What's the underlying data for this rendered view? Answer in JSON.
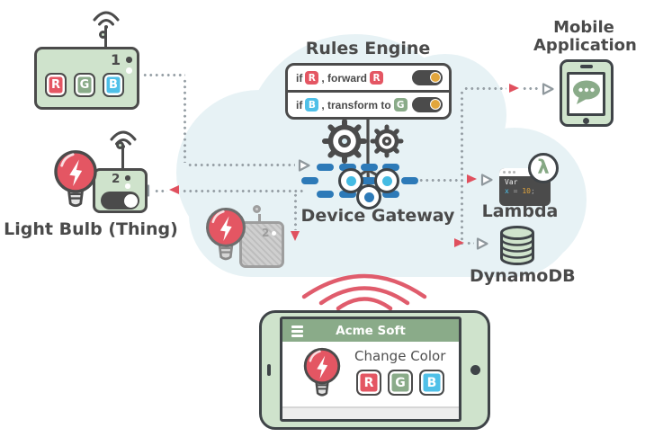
{
  "colors": {
    "accent_red": "#e45663",
    "green_light": "#cfe3cc",
    "green_mid": "#8aab89",
    "accent_blue": "#4fc0e8",
    "gateway_blue": "#2d7ab8",
    "gateway_cyan": "#45bbe3",
    "outline_dark": "#4b4b4b",
    "cloud_blue": "#e7f2f5",
    "toggle_knob_orange": "#e2a63d",
    "dotted_gray": "#97a0a6",
    "wifi_red": "#e05c6c",
    "shadow_gray": "#bdbdbd"
  },
  "device_1": {
    "number": "1",
    "button_r": "R",
    "button_g": "G",
    "button_b": "B"
  },
  "rules_engine": {
    "title": "Rules Engine",
    "rules": [
      {
        "kw": "if",
        "cond": "R",
        "text": ", forward",
        "result": "R",
        "state": "on"
      },
      {
        "kw": "if",
        "cond": "B",
        "text": ", transform to",
        "result": "G",
        "state": "on"
      }
    ]
  },
  "device_gateway": {
    "label": "Device Gateway"
  },
  "mobile_app": {
    "line1": "Mobile",
    "line2": "Application"
  },
  "lambda": {
    "label": "Lambda",
    "code_title": "Var",
    "code_x": "x",
    "code_eq": "=",
    "code_val": "10",
    "code_end": ";",
    "symbol": "λ"
  },
  "dynamodb": {
    "label": "DynamoDB"
  },
  "light_bulb": {
    "number": "2",
    "label": "Light Bulb (Thing)"
  },
  "shadow_device": {
    "number": "2"
  },
  "tablet": {
    "app_title": "Acme Soft",
    "heading": "Change Color",
    "button_r": "R",
    "button_g": "G",
    "button_b": "B"
  }
}
